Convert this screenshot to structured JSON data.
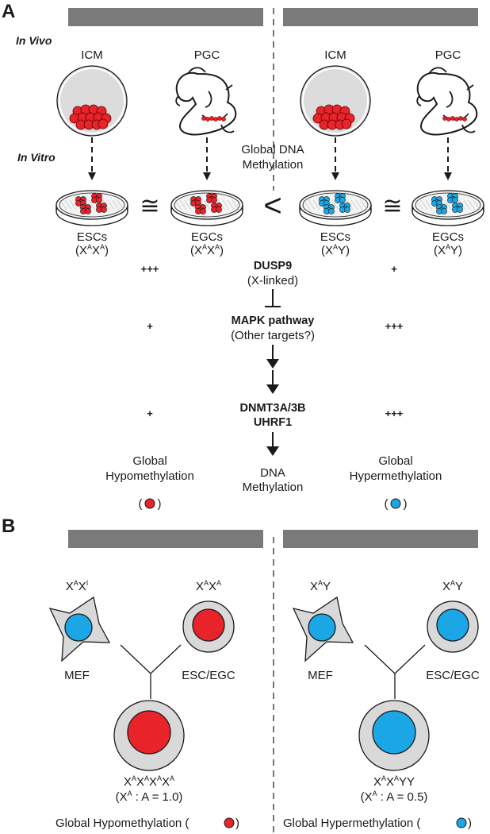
{
  "panel_a": {
    "label": "A",
    "in_vivo": "In Vivo",
    "in_vitro": "In Vitro",
    "top_labels": [
      "ICM",
      "PGC",
      "ICM",
      "PGC"
    ],
    "global_dna_line1": "Global DNA",
    "global_dna_line2": "Methylation",
    "approx_symbol": "≅",
    "less_than_symbol": "<",
    "dishes": [
      {
        "name": "ESCs",
        "geno_parts": [
          "(X",
          "A",
          "X",
          "A",
          ")"
        ],
        "color": "#e8232a"
      },
      {
        "name": "EGCs",
        "geno_parts": [
          "(X",
          "A",
          "X",
          "A",
          ")"
        ],
        "color": "#e8232a"
      },
      {
        "name": "ESCs",
        "geno_parts": [
          "(X",
          "A",
          "Y)"
        ],
        "color": "#1ba6e6"
      },
      {
        "name": "EGCs",
        "geno_parts": [
          "(X",
          "A",
          "Y)"
        ],
        "color": "#1ba6e6"
      }
    ],
    "pathway": {
      "dusp9": "DUSP9",
      "xlinked": "(X-linked)",
      "mapk": "MAPK pathway",
      "other": "(Other targets?)",
      "dnmt": "DNMT3A/3B",
      "uhrf1": "UHRF1",
      "dna": "DNA",
      "methylation": "Methylation"
    },
    "left_levels": [
      "+++",
      "+",
      "+"
    ],
    "right_levels": [
      "+",
      "+++",
      "+++"
    ],
    "hypo_line1": "Global",
    "hypo_line2": "Hypomethylation",
    "hyper_line1": "Global",
    "hyper_line2": "Hypermethylation",
    "paren_open": "(",
    "paren_close": ")"
  },
  "panel_b": {
    "label": "B",
    "left": {
      "mef_geno": [
        "X",
        "A",
        "X",
        "I"
      ],
      "esc_geno": [
        "X",
        "A",
        "X",
        "A"
      ],
      "mef_label": "MEF",
      "esc_label": "ESC/EGC",
      "hybrid_geno": [
        "X",
        "A",
        "X",
        "A",
        "X",
        "A",
        "X",
        "A"
      ],
      "ratio_parts": [
        "(X",
        "A",
        " : A = 1.0)"
      ],
      "result": "Global Hypomethylation (",
      "result_close": ")"
    },
    "right": {
      "mef_geno": [
        "X",
        "A",
        "Y"
      ],
      "esc_geno": [
        "X",
        "A",
        "Y"
      ],
      "mef_label": "MEF",
      "esc_label": "ESC/EGC",
      "hybrid_geno": [
        "X",
        "A",
        "X",
        "A",
        "YY"
      ],
      "ratio_parts": [
        "(X",
        "A",
        " : A = 0.5)"
      ],
      "result": "Global Hypermethylation (",
      "result_close": ")"
    }
  },
  "colors": {
    "female_red": "#e8232a",
    "male_blue": "#1ba6e6",
    "header_bar": "#7a7a7a",
    "cell_gray": "#d9d9d9"
  }
}
